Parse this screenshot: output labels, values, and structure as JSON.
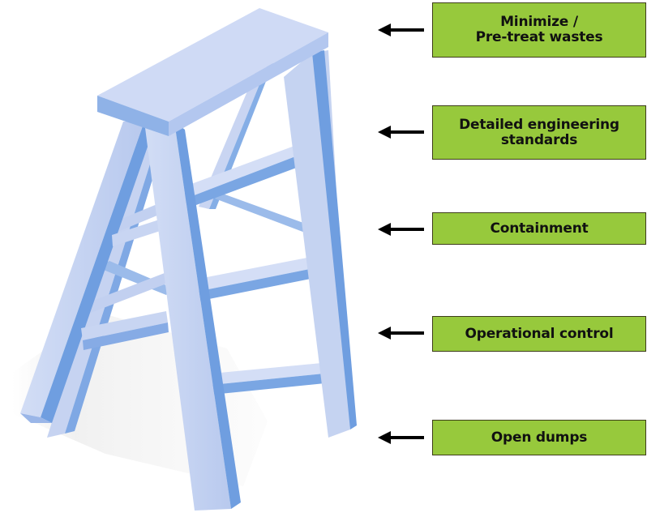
{
  "labels": [
    {
      "lines": [
        "Minimize /",
        "Pre-treat wastes"
      ]
    },
    {
      "lines": [
        "Detailed engineering",
        "standards"
      ]
    },
    {
      "lines": [
        "Containment"
      ]
    },
    {
      "lines": [
        "Operational control"
      ]
    },
    {
      "lines": [
        "Open dumps"
      ]
    }
  ],
  "colors": {
    "label_fill": "#97c93c",
    "label_border": "#3d3d1a",
    "ladder_light": "#c9d6f2",
    "ladder_mid": "#a9bde8",
    "ladder_dark": "#6f9ee0",
    "arrow": "#000000"
  }
}
